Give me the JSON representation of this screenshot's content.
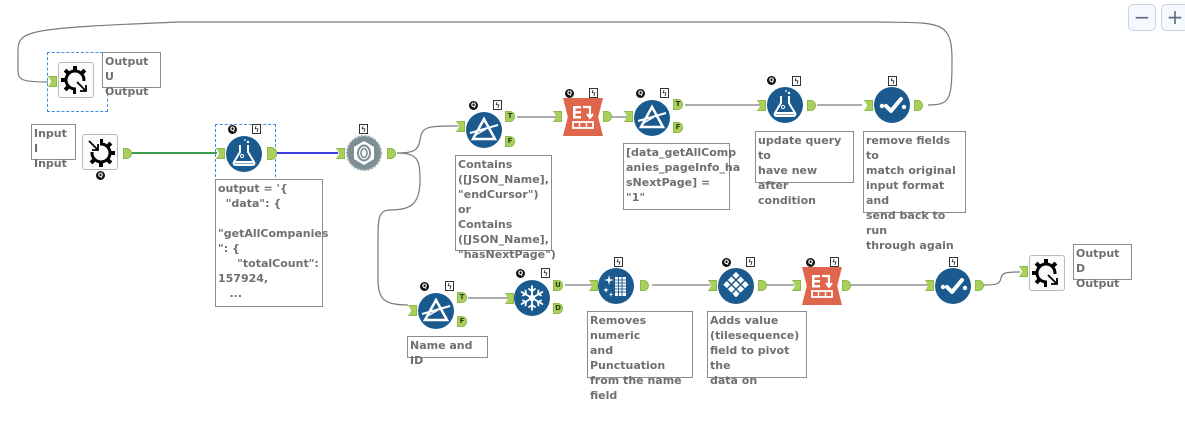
{
  "canvas": {
    "zoom_out_label": "−",
    "zoom_in_label": "+"
  },
  "tools": {
    "output_u": {
      "icon": "macro-output-icon",
      "label": "Output\nU Output"
    },
    "input_i": {
      "icon": "macro-input-icon",
      "label": "Input\nI Input",
      "badge": "Q"
    },
    "formula_query": {
      "icon": "formula-flask-icon",
      "badge": "Q",
      "annotation": "output = '{\n  \"data\": {\n\n\"getAllCompanies\n\": {\n     \"totalCount\":\n157924,\n   ..."
    },
    "download": {
      "icon": "download-gear-icon"
    },
    "filter_contains": {
      "icon": "filter-prism-icon",
      "badge": "Q",
      "t": "T",
      "f": "F",
      "annotation": "Contains\n([JSON_Name],\n\"endCursor\") or\nContains\n([JSON_Name],\n\"hasNextPage\")"
    },
    "crosstab_top": {
      "icon": "crosstab-icon",
      "badge": "Q"
    },
    "filter_next": {
      "icon": "filter-prism-icon",
      "badge": "Q",
      "t": "T",
      "f": "F",
      "annotation": "[data_getAllComp\nanies_pageInfo_ha\nsNextPage] = \"1\""
    },
    "formula_update": {
      "icon": "formula-flask-icon",
      "badge": "Q",
      "annotation": "update query to\nhave new after\ncondition"
    },
    "select_top": {
      "icon": "select-check-icon",
      "annotation": "remove fields to\nmatch original\ninput format and\nsend back to run\nthrough again"
    },
    "filter_name": {
      "icon": "filter-prism-icon",
      "badge": "Q",
      "t": "T",
      "f": "F",
      "annotation": "Name and ID"
    },
    "unique": {
      "icon": "unique-snowflake-icon",
      "badge": "Q",
      "u": "U",
      "d": "D"
    },
    "cleanse": {
      "icon": "data-cleansing-icon",
      "annotation": "Removes numeric\nand Punctuation\nfrom the name\nfield"
    },
    "tile": {
      "icon": "tile-icon",
      "badge": "Q",
      "annotation": "Adds value\n(tilesequence)\nfield to pivot the\ndata on"
    },
    "crosstab_bottom": {
      "icon": "crosstab-icon",
      "badge": "Q"
    },
    "select_bottom": {
      "icon": "select-check-icon"
    },
    "output_d": {
      "icon": "macro-output-icon",
      "label": "Output\nD Output"
    }
  },
  "bolt_glyph": "ϟ",
  "colors": {
    "tool_blue": "#1a5a8e",
    "crosstab_orange": "#e0654d",
    "download_gray": "#7d8e94",
    "port_green": "#a9cf5c",
    "wire_green": "#3aa050",
    "wire_blue": "#3c3ce0",
    "wire_gray": "#7a7a7a"
  }
}
